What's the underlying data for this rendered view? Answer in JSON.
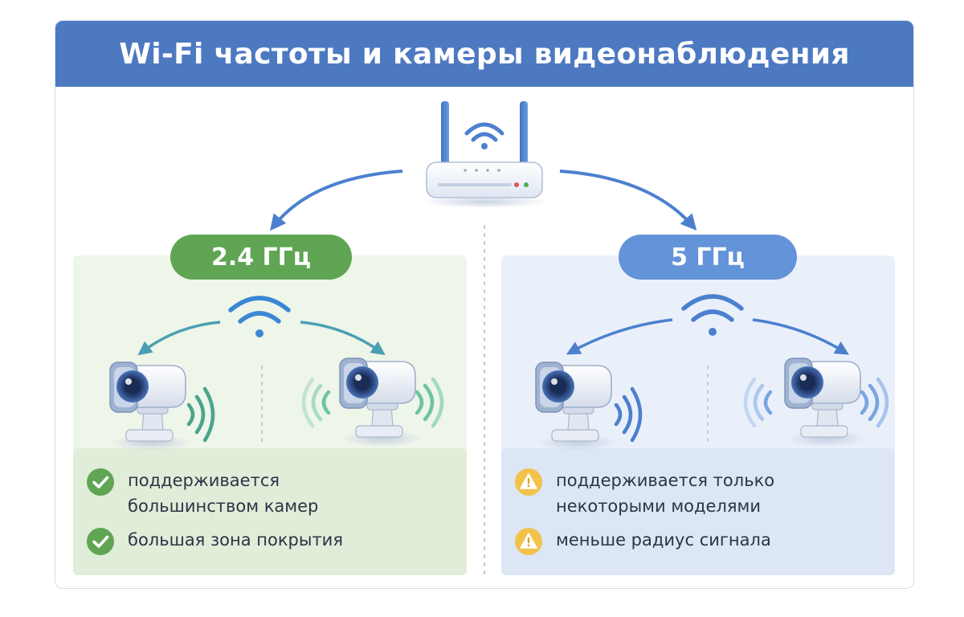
{
  "title": "Wi-Fi частоты и камеры видеонаблюдения",
  "bands": [
    {
      "label": "2.4 ГГц",
      "color": "#5fa553",
      "points": [
        {
          "icon": "check-icon",
          "text": "поддерживается большинством камер"
        },
        {
          "icon": "check-icon",
          "text": "большая зона покрытия"
        }
      ]
    },
    {
      "label": "5 ГГц",
      "color": "#6393d8",
      "points": [
        {
          "icon": "warning-icon",
          "text": "поддерживается только некоторыми моделями"
        },
        {
          "icon": "warning-icon",
          "text": "меньше радиус сигнала"
        }
      ]
    }
  ],
  "colors": {
    "header": "#4d79c1",
    "green": "#5fa553",
    "blue": "#6393d8",
    "warning": "#f2c24b"
  }
}
